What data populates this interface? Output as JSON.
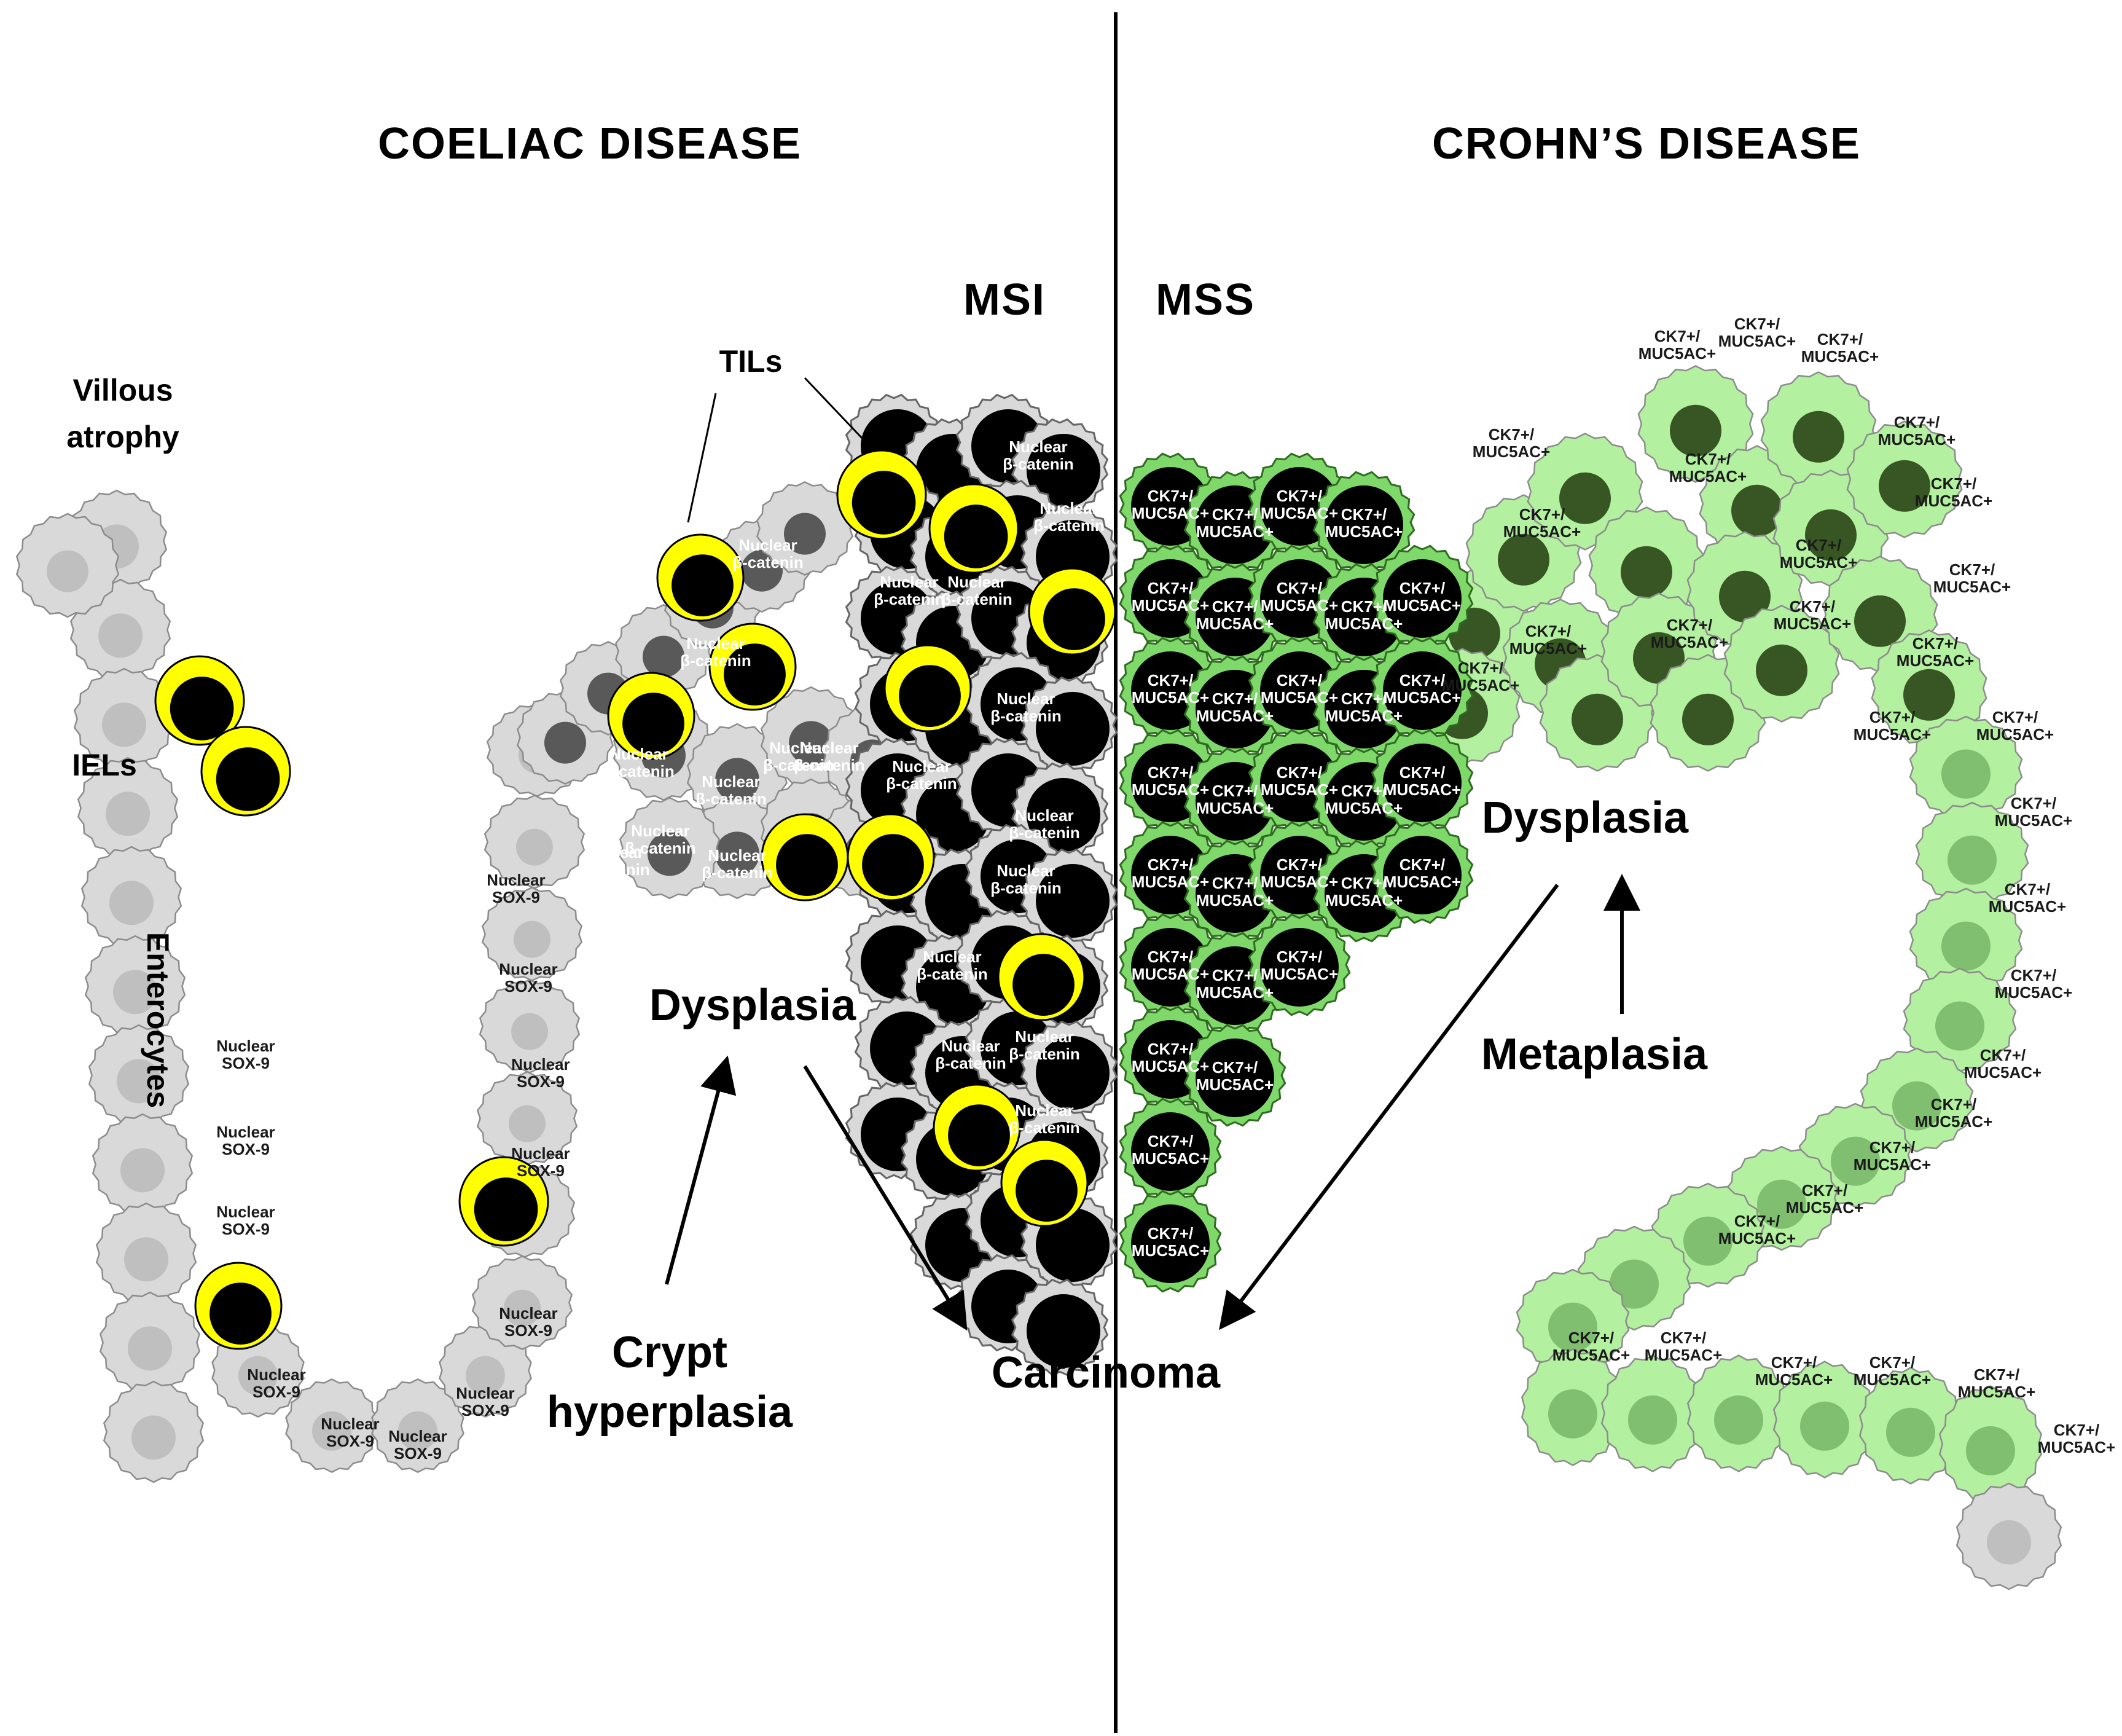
{
  "headings": {
    "left": "COELIAC DISEASE",
    "right": "CROHN’S DISEASE"
  },
  "subheadings": {
    "msi": "MSI",
    "mss": "MSS"
  },
  "labels": {
    "villous_atrophy_line1": "Villous",
    "villous_atrophy_line2": "atrophy",
    "iels": "IELs",
    "tils": "TILs",
    "enterocytes": "Enterocytes",
    "dysplasia_left": "Dysplasia",
    "dysplasia_right": "Dysplasia",
    "crypt_hyperplasia_line1": "Crypt",
    "crypt_hyperplasia_line2": "hyperplasia",
    "carcinoma": "Carcinoma",
    "metaplasia": "Metaplasia"
  },
  "marker_labels": {
    "sox9_line1": "Nuclear",
    "sox9_line2": "SOX-9",
    "bcat_line1": "Nuclear",
    "bcat_line2": "β-catenin",
    "ck7_line1": "CK7+/",
    "ck7_line2": "MUC5AC+"
  },
  "colors": {
    "normal_cell": "#d9d9d9",
    "normal_nucleus": "#bfbfbf",
    "dysplastic_nucleus": "#595959",
    "carcinoma_nucleus": "#000000",
    "lymphocyte": "#ffff00",
    "crohn_cell": "#b3f0a0",
    "crohn_nucleus_metaplasia": "#7fbf6f",
    "crohn_nucleus_dysplasia": "#375623",
    "crohn_carcinoma_border": "#7fd86a"
  }
}
